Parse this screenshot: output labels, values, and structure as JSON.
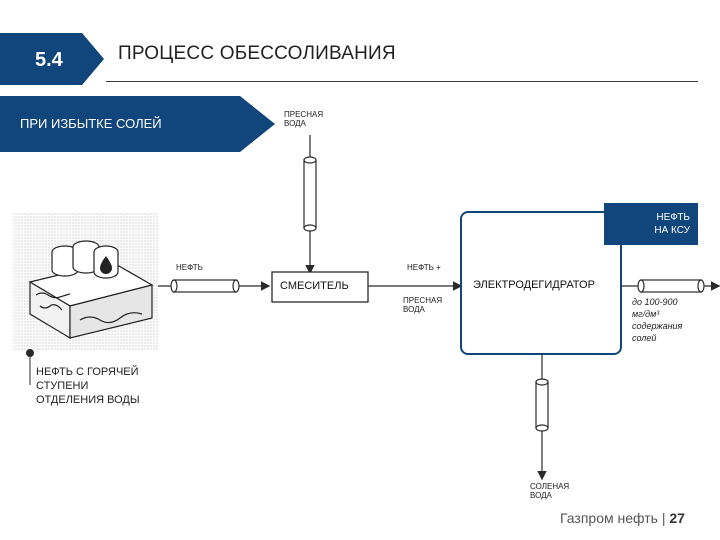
{
  "header": {
    "section_number": "5.4",
    "title": "ПРОЦЕСС ОБЕССОЛИВАНИЯ",
    "subtitle": "ПРИ ИЗБЫТКЕ СОЛЕЙ"
  },
  "diagram": {
    "fresh_water_top": "ПРЕСНАЯ\nВОДА",
    "oil_in": "НЕФТЬ",
    "mixer": "СМЕСИТЕЛЬ",
    "oil_plus": "НЕФТЬ +",
    "fresh_water_bottom": "ПРЕСНАЯ\nВОДА",
    "dehydrator": "ЭЛЕКТРОДЕГИДРАТОР",
    "oil_out": "НЕФТЬ\nНА КСУ",
    "result_note": "до 100-900\nмг/дм³\nсодержания\nсолей",
    "salt_water": "СОЛЕНАЯ\nВОДА",
    "source_caption": "НЕФТЬ С ГОРЯЧЕЙ\nСТУПЕНИ\nОТДЕЛЕНИЯ ВОДЫ"
  },
  "footer": {
    "brand": "Газпром нефть",
    "page": "27"
  },
  "colors": {
    "brand_blue": "#10467b",
    "line": "#2a2a2a"
  }
}
